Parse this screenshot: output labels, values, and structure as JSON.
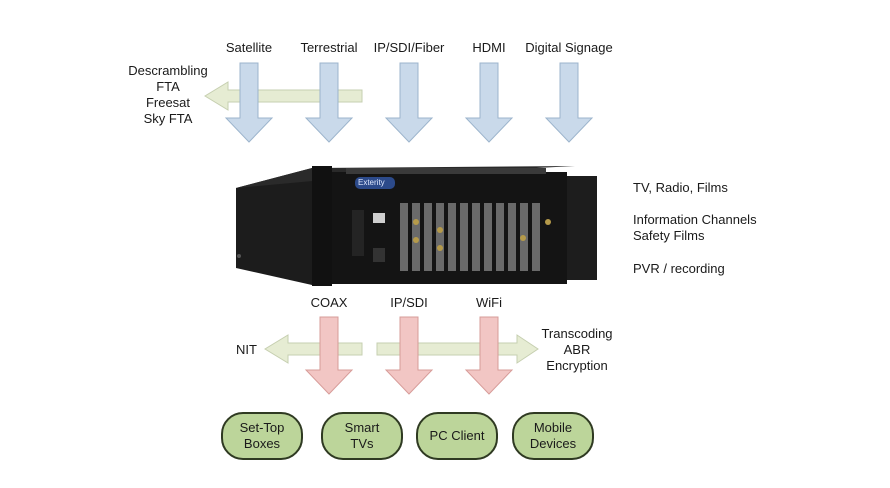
{
  "inputs": [
    "Satellite",
    "Terrestrial",
    "IP/SDI/Fiber",
    "HDMI",
    "Digital Signage"
  ],
  "descrambling": "Descrambling\nFTA\nFreesat\nSky FTA",
  "device_brand": "Exterity",
  "services": [
    "TV, Radio, Films",
    "Information Channels\nSafety Films",
    "PVR / recording"
  ],
  "outputs": [
    "COAX",
    "IP/SDI",
    "WiFi"
  ],
  "nit": "NIT",
  "transcoding": "Transcoding\nABR\nEncryption",
  "clients": [
    "Set-Top\nBoxes",
    "Smart\nTVs",
    "PC Client",
    "Mobile\nDevices"
  ],
  "colors": {
    "input_arrow": "#c9d9ea",
    "output_arrow": "#f2c6c4",
    "side_arrow": "#e6ecd3",
    "pill": "#bcd59a"
  }
}
